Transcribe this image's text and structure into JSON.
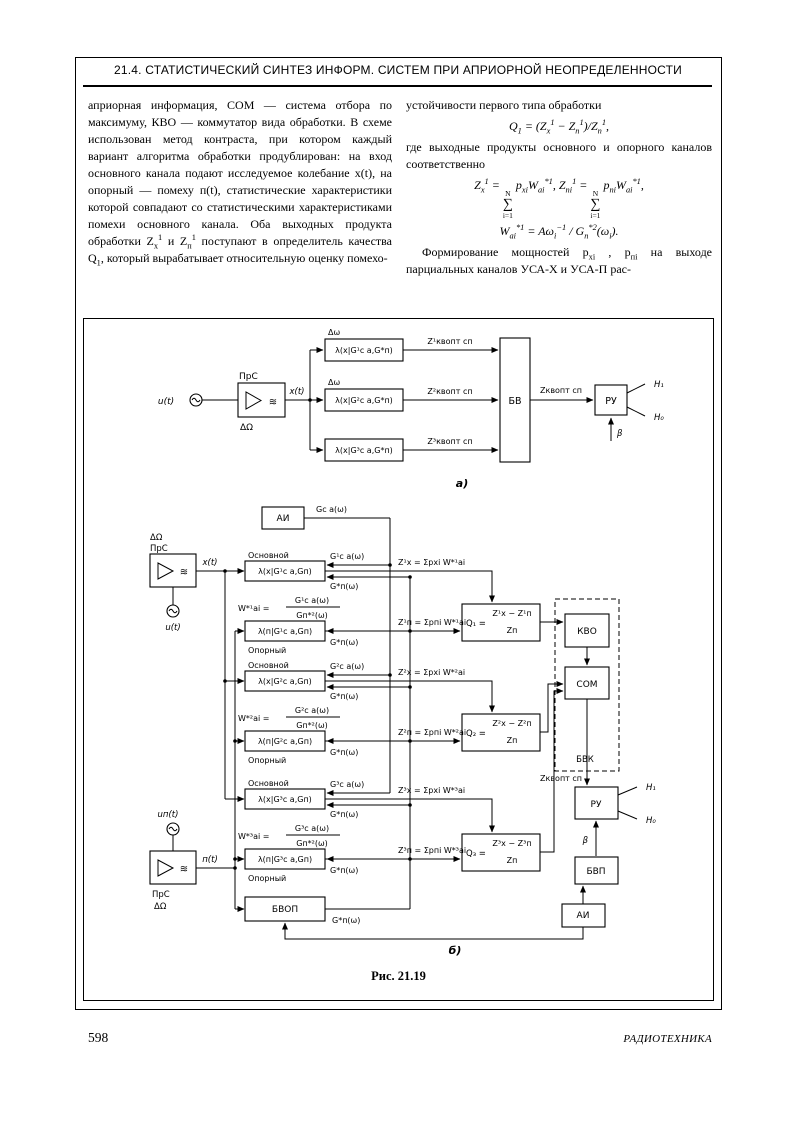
{
  "page": {
    "running_head": "21.4. СТАТИСТИЧЕСКИЙ СИНТЕЗ ИНФОРМ. СИСТЕМ ПРИ АПРИОРНОЙ НЕОПРЕДЕЛЕННОСТИ",
    "page_number": "598",
    "journal": "РАДИОТЕХНИКА"
  },
  "icons": {
    "filter_glyph": "≋"
  },
  "left_column": {
    "paragraph": "априорная информация, СОМ — система отбора по максимуму, КВО — коммутатор вида обработки. В схеме использован метод контраста, при котором каждый вариант алгоритма обработки продублирован: на вход основного канала подают исследуемое колебание x(t), на опорный — помеху п(t), статистические характеристики которой совпадают со статистическими характеристиками помехи основного канала. Оба выходных продукта обработки Z_{x}^{1} и Z_{п}^{1} поступают в определитель качества Q_{1}, который вырабатывает относительную оценку помехо-"
  },
  "right_column": {
    "line1": "устойчивости первого типа обработки",
    "formula_q": "Q_{1} = (Z_{x}^{1} − Z_{п}^{1})/Z_{п}^{1},",
    "line2": "где выходные продукты основного и опорного каналов соответственно",
    "formula_sums": "Z_{x}^{1} = ∑_{i=1}^{N} p_{xi}W_{аi}^{*1},   Z_{пi}^{1} = ∑_{i=1}^{N} p_{пi}W_{аi}^{*1},",
    "formula_w": "W_{аi}^{*1} = Aω_{i}^{−1} / G_{п}^{*2}(ω_{i}).",
    "paragraph2": "Формирование мощностей p_{xi} , p_{пi} на выходе парциальных каналов УСА-X и УСА-П рас-"
  },
  "figure": {
    "caption": "Рис. 21.19",
    "a": {
      "label": "а)",
      "u": "u(t)",
      "prs": "ПрС",
      "d_omega_big": "ΔΩ",
      "x": "x(t)",
      "d_omega_small": "Δω",
      "block1": "λ(x|G¹с а,G*п)",
      "block2": "λ(x|G²с а,G*п)",
      "block3": "λ(x|G³с а,G*п)",
      "z1": "Z¹квопт сп",
      "z2": "Z²квопт сп",
      "z3": "Z³квопт сп",
      "bv": "БВ",
      "zk": "Zквопт сп",
      "ru": "РУ",
      "h1": "H₁",
      "h0": "H₀",
      "beta": "β"
    },
    "b": {
      "label": "б)",
      "ai_top": "АИ",
      "g_top": "Gс а(ω)",
      "d_omega1": "ΔΩ",
      "prs1": "ПрС",
      "x": "x(t)",
      "u": "u(t)",
      "un": "uп(t)",
      "prs2": "ПрС",
      "d_omega2": "ΔΩ",
      "n": "п(t)",
      "main_label": "Основной",
      "ref_label": "Опорный",
      "gn": "G*п(ω)",
      "ch1": {
        "main": "λ(x|G¹с а,Gп)",
        "g": "G¹с а(ω)",
        "w_pre": "W*¹аi =",
        "w_num": "G¹с а(ω)",
        "w_den": "Gп*²(ω)",
        "ref": "λ(п|G¹с а,Gп)",
        "zx": "Z¹x = Σpxi W*¹аi",
        "zn": "Z¹п = Σpпi W*¹аi",
        "q_pre": "Q₁ =",
        "q_num": "Z¹x − Z¹п",
        "q_den": "Zп"
      },
      "ch2": {
        "main": "λ(x|G²с а,Gп)",
        "g": "G²с а(ω)",
        "w_pre": "W*²аi =",
        "w_num": "G²с а(ω)",
        "w_den": "Gп*²(ω)",
        "ref": "λ(п|G²с а,Gп)",
        "zx": "Z²x = Σpxi W*²аi",
        "zn": "Z²п = Σpпi W*²аi",
        "q_pre": "Q₂ =",
        "q_num": "Z²x − Z²п",
        "q_den": "Zп"
      },
      "ch3": {
        "main": "λ(x|G³с а,Gп)",
        "g": "G³с а(ω)",
        "w_pre": "W*³аi =",
        "w_num": "G³с а(ω)",
        "w_den": "Gп*²(ω)",
        "ref": "λ(п|G³с а,Gп)",
        "zx": "Z³x = Σpxi W*³аi",
        "zn": "Z³п = Σpпi W*³аi",
        "q_pre": "Q₃ =",
        "q_num": "Z³x − Z³п",
        "q_den": "Zп"
      },
      "bvop": "БВОП",
      "gn_out": "G*п(ω)",
      "bvk": "БВК",
      "kvo": "КВО",
      "som": "СОМ",
      "zk": "Zквопт сп",
      "ru": "РУ",
      "h1": "H₁",
      "h0": "H₀",
      "beta": "β",
      "bvp": "БВП",
      "ai_bottom": "АИ"
    }
  }
}
